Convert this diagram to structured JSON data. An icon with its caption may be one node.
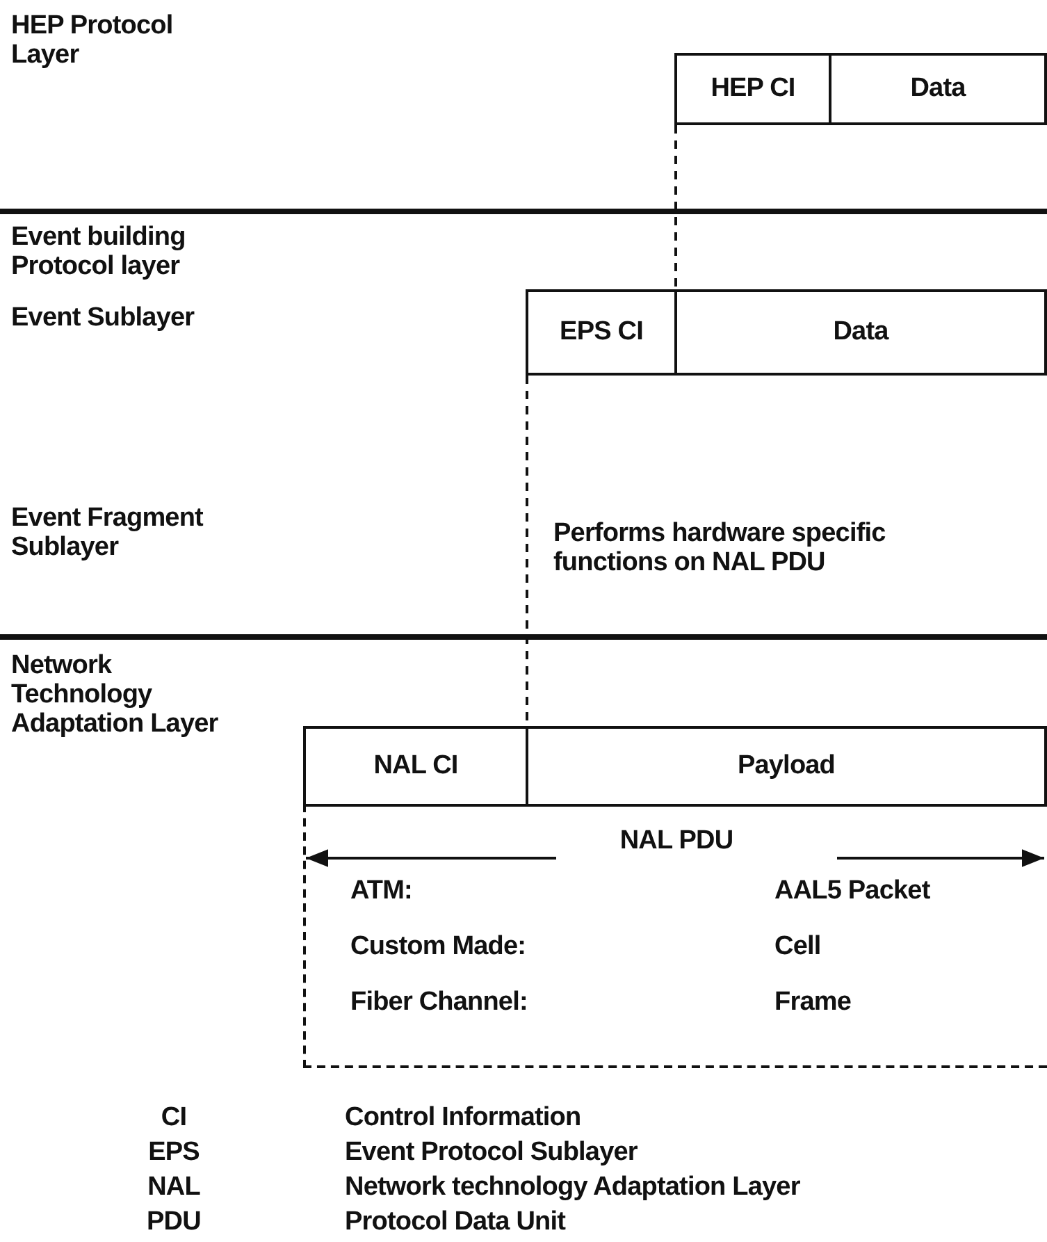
{
  "diagram": {
    "nodes": [
      {
        "text": [
          "HEP CI"
        ]
      },
      {
        "text": [
          "Data"
        ]
      },
      {
        "text": [
          "EPS CI"
        ]
      },
      {
        "text": [
          "Data"
        ]
      },
      {
        "text": [
          "NAL CI"
        ]
      },
      {
        "text": [
          "Payload"
        ]
      },
      {
        "text": [
          "NAL PDU",
          "ATM:",
          "AAL5 Packet",
          "Custom Made:",
          "Cell",
          "Fiber Channel:",
          "Frame"
        ]
      }
    ],
    "edges": [
      {
        "from": 0,
        "to": 3,
        "arrow": "none",
        "style": "dashed"
      },
      {
        "from": 2,
        "to": 5,
        "arrow": "none",
        "style": "dashed"
      }
    ],
    "labels": [
      "HEP Protocol Layer",
      "Event building Protocol layer",
      "Event Sublayer",
      "Event Fragment Sublayer",
      "Performs hardware specific functions on NAL PDU",
      "Network Technology Adaptation Layer",
      "CI",
      "Control Information",
      "EPS",
      "Event Protocol Sublayer",
      "NAL",
      "Network technology Adaptation Layer",
      "PDU",
      "Protocol Data Unit"
    ]
  }
}
